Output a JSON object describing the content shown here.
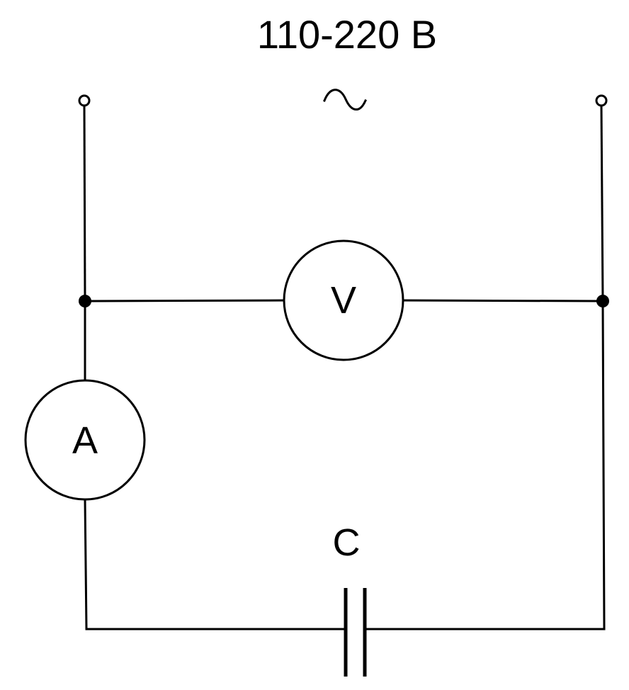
{
  "supply": {
    "voltage_label": "110-220 В",
    "ac_symbol": "~"
  },
  "components": {
    "voltmeter_label": "V",
    "ammeter_label": "A",
    "capacitor_label": "C"
  },
  "colors": {
    "line": "#000000",
    "background": "#ffffff"
  }
}
